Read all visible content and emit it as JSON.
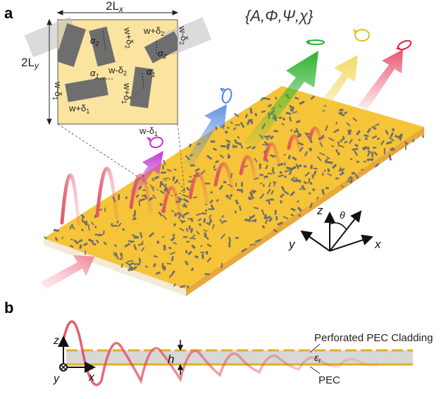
{
  "panels": {
    "a": "a",
    "b": "b"
  },
  "inset": {
    "width_label": "2L",
    "width_sub": "x",
    "height_label": "2L",
    "height_sub": "y",
    "alpha1": "α",
    "alpha1_sub": "1",
    "alpha2": "α",
    "alpha2_sub": "2",
    "w_plus_d1": "w+δ",
    "w_minus_d1": "w-δ",
    "w_plus_d2": "w+δ",
    "w_minus_d2": "w-δ",
    "sub1": "1",
    "sub2": "2"
  },
  "parameters_set": "{A,Φ,Ψ,χ}",
  "axes_a": {
    "x": "x",
    "y": "y",
    "z": "z",
    "theta": "θ"
  },
  "axes_b": {
    "x": "x",
    "y": "y",
    "z": "z"
  },
  "cross_section": {
    "cladding_label": "Perforated PEC Cladding",
    "pec_label": "PEC",
    "permittivity": "ε",
    "permittivity_sub": "r",
    "thickness": "h"
  },
  "colors": {
    "substrate_top": "#f4c430",
    "substrate_side": "#e8b43a",
    "inset_bg": "#fbe4a0",
    "element": "#6e6e6e",
    "wave": "#e05060",
    "beam_magenta": "#c030d0",
    "beam_blue": "#4a80e0",
    "beam_green": "#40c040",
    "beam_yellow": "#f0d040",
    "beam_red": "#e02040",
    "pec_line": "#e0b020",
    "dielectric": "#d8d8d8"
  }
}
